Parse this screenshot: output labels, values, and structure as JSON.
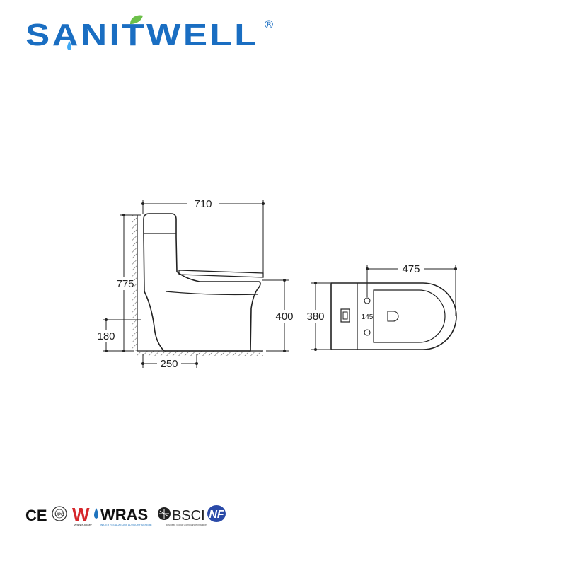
{
  "brand": {
    "name": "SANITWELL",
    "registered_mark": "®",
    "colors": {
      "text": "#1a6ec2",
      "leaf": "#6cc04a",
      "drop": "#3fa9f5"
    }
  },
  "dimensions": {
    "side_length": "710",
    "side_height": "775",
    "seat_height": "400",
    "outlet_height": "180",
    "outlet_distance": "250",
    "top_width": "380",
    "top_length": "475",
    "hole_spacing": "145"
  },
  "certifications": [
    "CE",
    "UPC",
    "Watermark",
    "WRAS",
    "BSCI",
    "NF"
  ],
  "cert_labels": {
    "ce": "CE",
    "upc": "UPC",
    "watermark": "Water-Mark",
    "wras": "WRAS",
    "wras_sub": "WATER REGULATIONS ADVISORY SCHEME",
    "bsci": "BSCI",
    "bsci_sub": "Business Social Compliance Initiative",
    "nf": "NF"
  }
}
